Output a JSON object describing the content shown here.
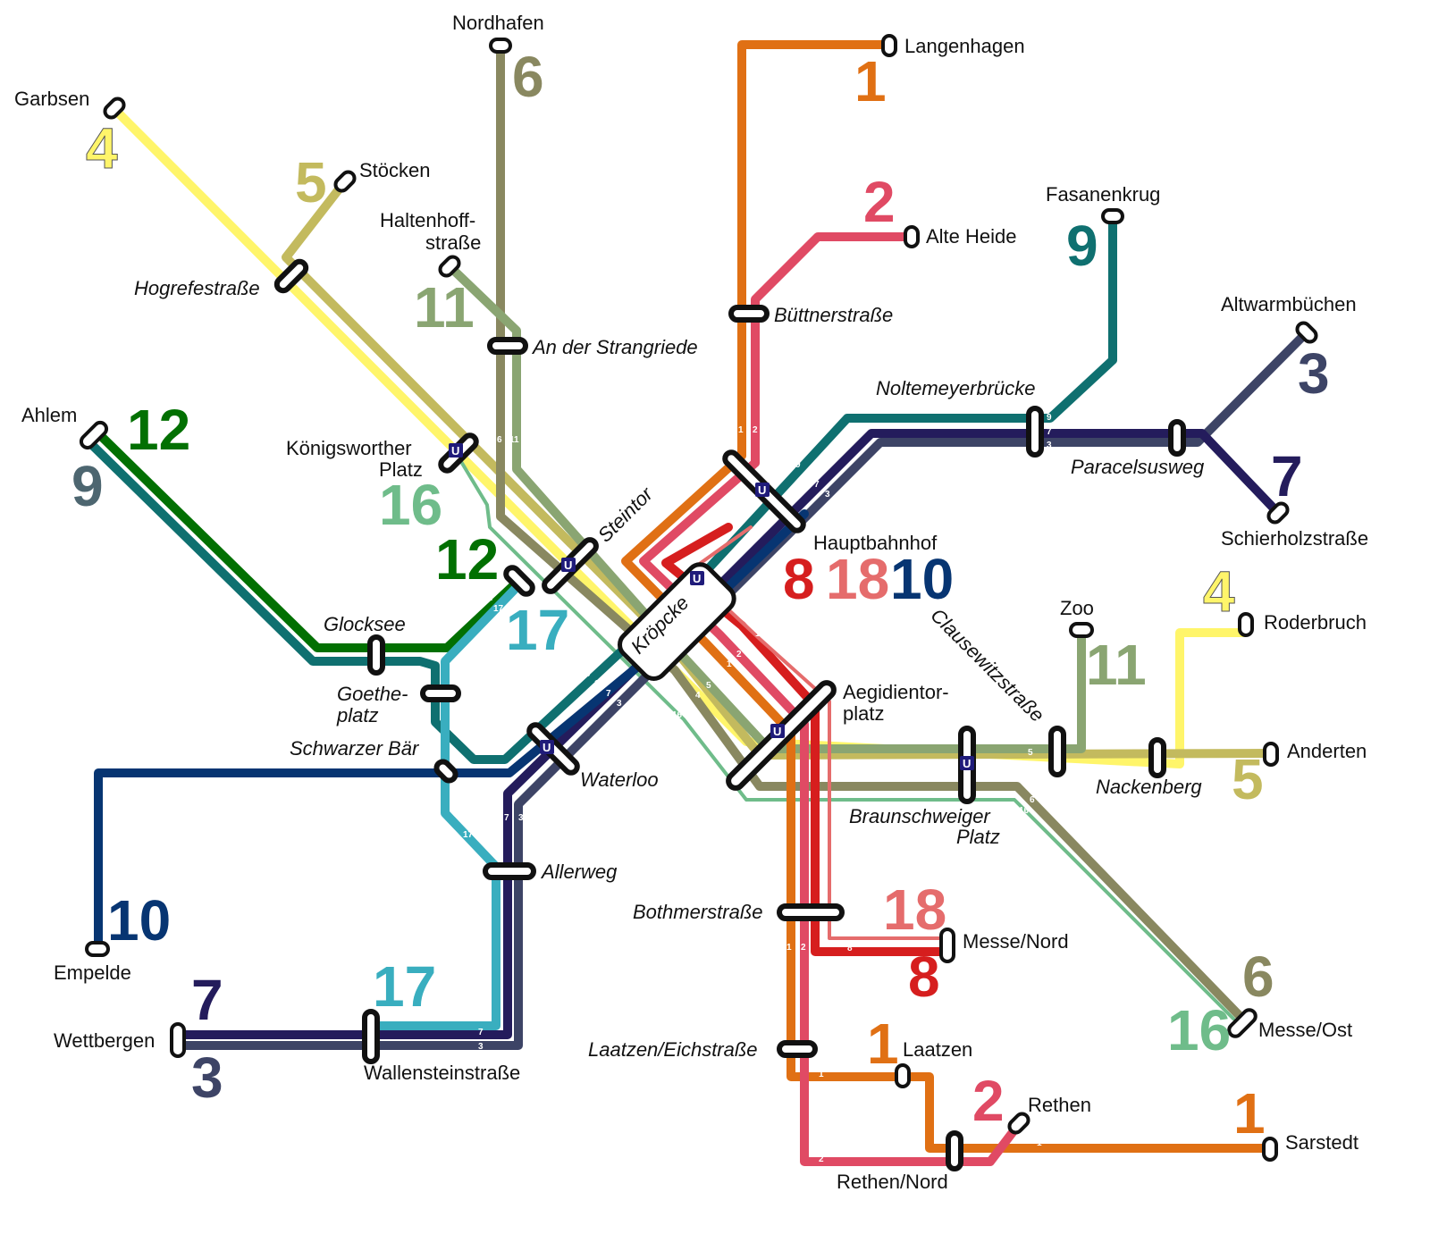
{
  "colors": {
    "line1": "#e07014",
    "line2": "#e04a64",
    "line3": "#3d4466",
    "line4": "#fff56a",
    "line5": "#c3ba5e",
    "line6": "#898860",
    "line7": "#241c5c",
    "line8": "#d61e1e",
    "line9": "#0f7070",
    "line10": "#073572",
    "line11": "#8aa572",
    "line12": "#027002",
    "line16": "#6fbc8a",
    "line17": "#39aebf",
    "line18": "#e56c6c",
    "badge": "#1f1b7a"
  },
  "hub": {
    "name": "Kröpcke",
    "badge": "U"
  },
  "stations": {
    "langenhagen": "Langenhagen",
    "alte_heide": "Alte Heide",
    "buettnerstrasse": "Büttnerstraße",
    "nordhafen": "Nordhafen",
    "garbsen": "Garbsen",
    "stoecken": "Stöcken",
    "hogrefestrasse": "Hogrefestraße",
    "haltenhoff_1": "Haltenhoff-",
    "haltenhoff_2": "straße",
    "an_der_strangriede": "An der Strangriede",
    "fasanenkrug": "Fasanenkrug",
    "altwarmbuechen": "Altwarmbüchen",
    "noltemeyerbruecke": "Noltemeyerbrücke",
    "paracelsusweg": "Paracelsusweg",
    "schierholzstrasse": "Schierholzstraße",
    "ahlem": "Ahlem",
    "koenigsworther_1": "Königsworther",
    "koenigsworther_2": "Platz",
    "steintor": "Steintor",
    "hauptbahnhof": "Hauptbahnhof",
    "glocksee": "Glocksee",
    "goetheplatz_1": "Goethe-",
    "goetheplatz_2": "platz",
    "schwarzer_baer": "Schwarzer Bär",
    "waterloo": "Waterloo",
    "allerweg": "Allerweg",
    "empelde": "Empelde",
    "wettbergen": "Wettbergen",
    "wallensteinstrasse": "Wallensteinstraße",
    "zoo": "Zoo",
    "roderbruch": "Roderbruch",
    "clausewitzstrasse": "Clausewitzstraße",
    "aegidientor_1": "Aegidientor-",
    "aegidientor_2": "platz",
    "anderten": "Anderten",
    "nackenberg": "Nackenberg",
    "braunschweiger_1": "Braunschweiger",
    "braunschweiger_2": "Platz",
    "bothmerstrasse": "Bothmerstraße",
    "messe_nord": "Messe/Nord",
    "messe_ost": "Messe/Ost",
    "laatzen_eichstrasse": "Laatzen/Eichstraße",
    "laatzen": "Laatzen",
    "rethen": "Rethen",
    "rethen_nord": "Rethen/Nord",
    "sarstedt": "Sarstedt"
  },
  "line_numbers": {
    "n1_langenhagen": "1",
    "n2_alteheide": "2",
    "n6_nordhafen": "6",
    "n4_garbsen": "4",
    "n5_stoecken": "5",
    "n11_haltenhoff": "11",
    "n9_fasanenkrug": "9",
    "n3_altwarmbuechen": "3",
    "n7_schierholz": "7",
    "n12_ahlem": "12",
    "n9_ahlem": "9",
    "n16_koenigsworther": "16",
    "n12_glocksee": "12",
    "n17_glocksee": "17",
    "n8_hbf": "8",
    "n18_hbf": "18",
    "n10_hbf": "10",
    "n4_roderbruch": "4",
    "n11_zoo": "11",
    "n5_anderten": "5",
    "n10_empelde": "10",
    "n7_wettbergen": "7",
    "n3_wettbergen": "3",
    "n17_wallenstein": "17",
    "n18_messenord": "18",
    "n8_messenord": "8",
    "n6_messeost": "6",
    "n16_messeost": "16",
    "n1_laatzen": "1",
    "n2_rethen": "2",
    "n1_sarstedt": "1"
  }
}
